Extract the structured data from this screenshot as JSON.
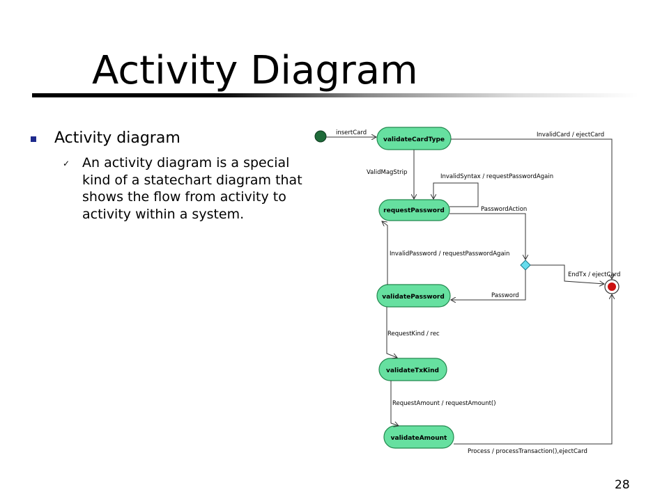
{
  "title": "Activity Diagram",
  "bullet": "Activity diagram",
  "sub_bullet": "An activity diagram is a special kind of a statechart diagram that shows the flow from activity to activity within a system.",
  "page_number": "28",
  "colors": {
    "bullet": "#1e2a8c",
    "node_fill": "#66e0a0",
    "initial": "#1f6b3a",
    "decision": "#66ddee",
    "final": "#cc1111"
  },
  "diagram": {
    "nodes": [
      "validateCardType",
      "requestPassword",
      "validatePassword",
      "validateTxKind",
      "validateAmount"
    ],
    "edges": [
      "insertCard",
      "InvalidCard / ejectCard",
      "ValidMagStrip",
      "InvalidSyntax / requestPasswordAgain",
      "PasswordAction",
      "InvalidPassword / requestPasswordAgain",
      "EndTx / ejectCard",
      "Password",
      "RequestKind / rec",
      "RequestAmount / requestAmount()",
      "Process / processTransaction(),ejectCard"
    ]
  }
}
